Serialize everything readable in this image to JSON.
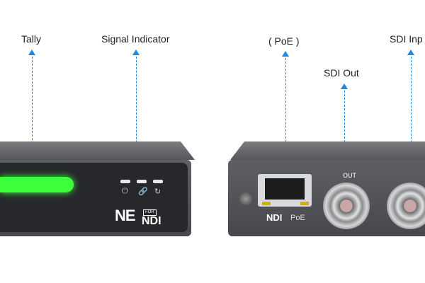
{
  "labels": {
    "tally": "Tally",
    "signal_indicator": "Signal Indicator",
    "poe": "( PoE )",
    "sdi_out": "SDI Out",
    "sdi_input": "SDI Inp"
  },
  "device_left": {
    "logo_main": "NE",
    "logo_for": "FOR",
    "logo_ndi": "NDI",
    "icons": [
      "power-icon",
      "link-icon",
      "refresh-icon"
    ]
  },
  "device_right": {
    "ndi": "NDI",
    "poe": "PoE",
    "bnc_out_label": "OUT"
  },
  "colors": {
    "accent": "#1e88e5",
    "tally": "#3dff3a"
  }
}
